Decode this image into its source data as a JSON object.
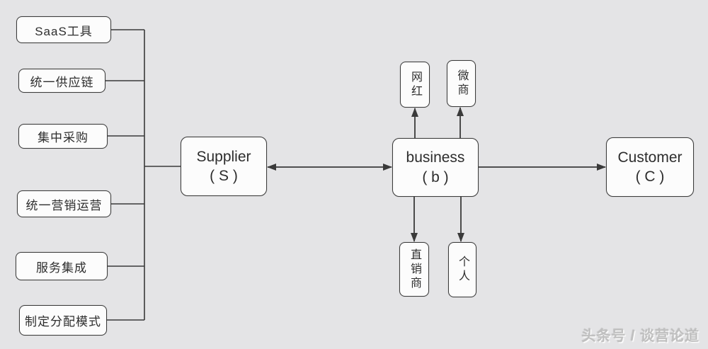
{
  "colors": {
    "background": "#e4e4e6",
    "node_fill": "#fcfcfc",
    "node_border": "#3c3c3c",
    "connector": "#3a3a3a",
    "text": "#2d2d2d",
    "watermark": "#c0c0c0"
  },
  "diagram": {
    "left_nodes": [
      {
        "label": "SaaS工具"
      },
      {
        "label": "统一供应链"
      },
      {
        "label": "集中采购"
      },
      {
        "label": "统一营销运营"
      },
      {
        "label": "服务集成"
      },
      {
        "label": "制定分配模式"
      }
    ],
    "supplier": {
      "line1": "Supplier",
      "line2": "( S )"
    },
    "business": {
      "line1": "business",
      "line2": "( b )"
    },
    "customer": {
      "line1": "Customer",
      "line2": "( C )"
    },
    "top_channels": [
      {
        "label": "网红"
      },
      {
        "label": "微商"
      }
    ],
    "bottom_channels": [
      {
        "label": "直销商"
      },
      {
        "label": "个人"
      }
    ],
    "watermark": "头条号 / 谈营论道"
  }
}
